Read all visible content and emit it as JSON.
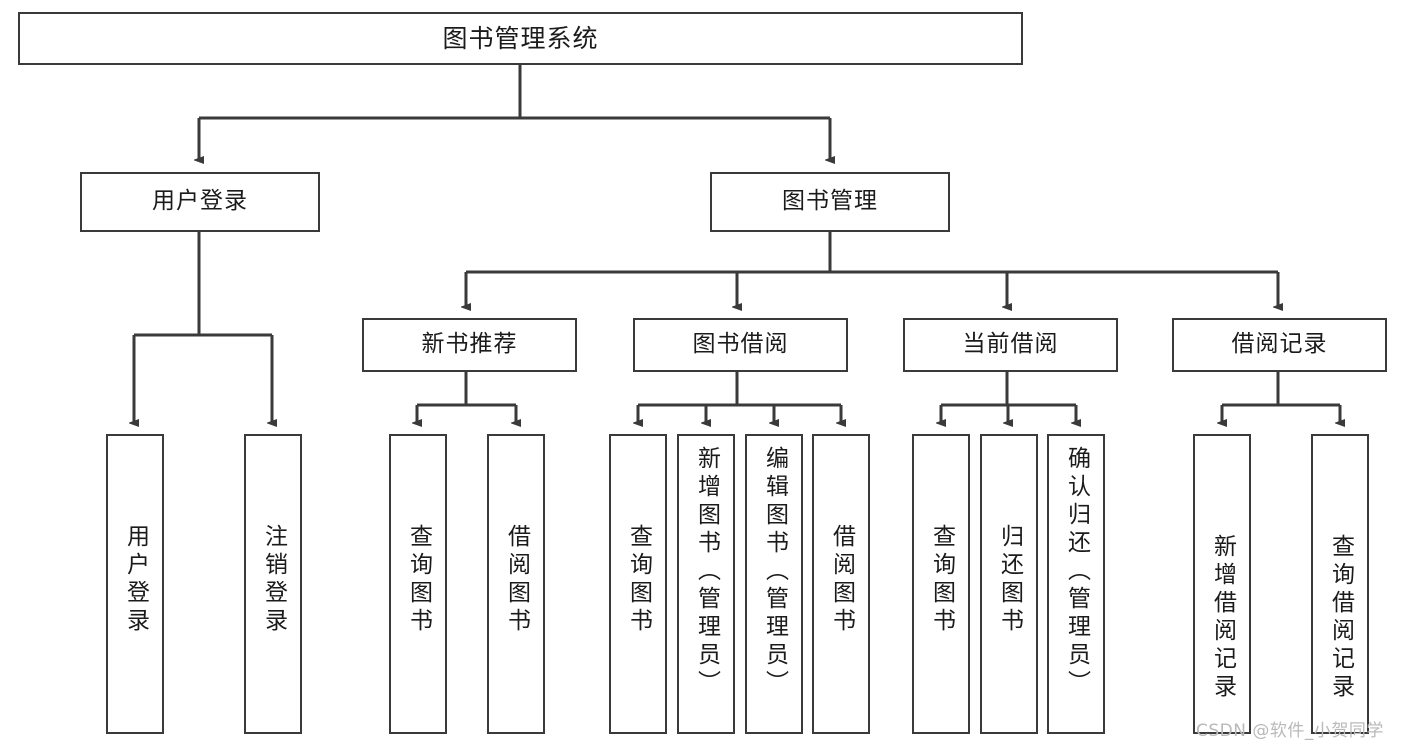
{
  "diagram": {
    "title": "图书管理系统",
    "watermark": "CSDN @软件_小贺同学",
    "theme": {
      "background": "#ffffff",
      "border": "#3a3a3a",
      "text": "#1b1b1b",
      "edge": "#3a3a3a",
      "watermark": "#b9b9b9"
    },
    "nodes": {
      "root": "图书管理系统",
      "user_login": "用户登录",
      "book_manage": "图书管理",
      "new_book_rec": "新书推荐",
      "book_borrow": "图书借阅",
      "current_borrow": "当前借阅",
      "borrow_record": "借阅记录",
      "leaf_user_login": "用户登录",
      "leaf_logout_login": "注销登录",
      "leaf_query_book_1": "查询图书",
      "leaf_borrow_book_1": "借阅图书",
      "leaf_query_book_2": "查询图书",
      "leaf_add_book_admin": "新增图书（管理员）",
      "leaf_edit_book_admin": "编辑图书（管理员）",
      "leaf_borrow_book_2": "借阅图书",
      "leaf_query_book_3": "查询图书",
      "leaf_return_book": "归还图书",
      "leaf_confirm_return_admin": "确认归还（管理员）",
      "leaf_add_borrow_record": "新增借阅记录",
      "leaf_query_borrow_record": "查询借阅记录"
    }
  }
}
